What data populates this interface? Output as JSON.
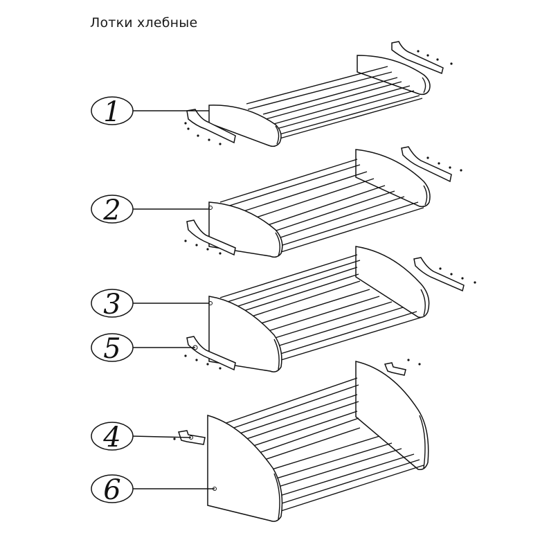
{
  "title": "Лотки хлебные",
  "callouts": [
    {
      "label": "1",
      "part": "tray-small"
    },
    {
      "label": "2",
      "part": "tray-medium"
    },
    {
      "label": "3",
      "part": "tray-large"
    },
    {
      "label": "5",
      "part": "mount-bracket"
    },
    {
      "label": "4",
      "part": "small-bracket"
    },
    {
      "label": "6",
      "part": "tray-largest"
    }
  ]
}
